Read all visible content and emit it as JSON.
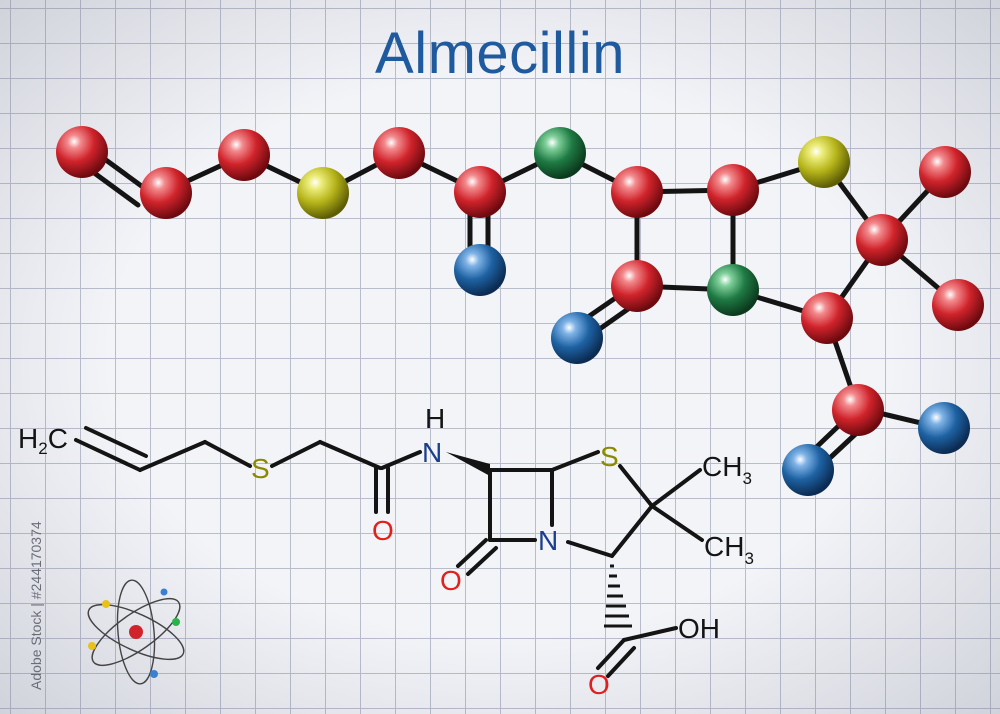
{
  "title": "Almecillin",
  "stock_text": "Adobe Stock | #244170374",
  "colors": {
    "carbon": "#d0232b",
    "oxygen": "#1e62a3",
    "sulfur": "#b6b51a",
    "nitrogen": "#1f7a43",
    "bond": "#141414",
    "label_oxygen": "#e0201c",
    "label_nitrogen": "#1a3f8e",
    "label_sulfur": "#8a8a00",
    "title": "#1f5a9e"
  },
  "structure_labels": {
    "h2c": "H",
    "h2c_sub": "2",
    "h2c_c": "C",
    "s_chain": "S",
    "nh_h": "H",
    "nh_n": "N",
    "amide_o": "O",
    "s_ring": "S",
    "ch3_top": "CH",
    "ch3_top_sub": "3",
    "ring_n": "N",
    "lactam_o": "O",
    "ch3_bottom": "CH",
    "ch3_bottom_sub": "3",
    "oh": "OH",
    "acid_o": "O"
  },
  "icons": [
    "atom-icon"
  ]
}
